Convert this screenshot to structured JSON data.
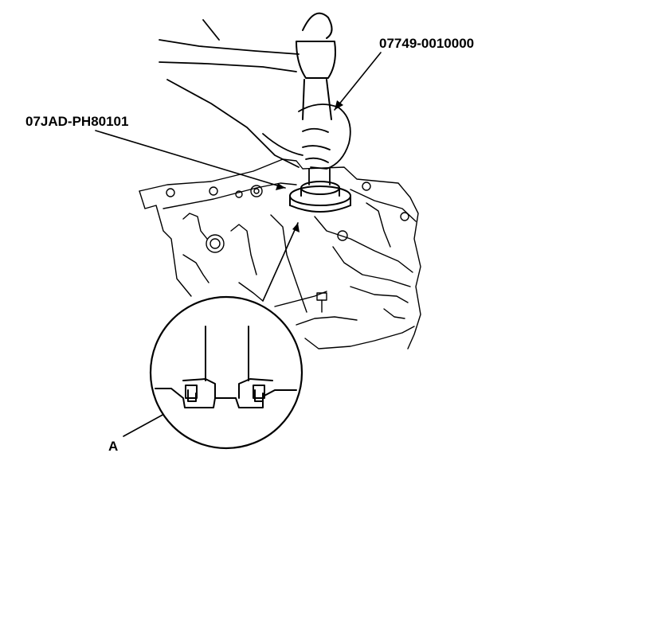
{
  "labels": {
    "tool_hammer_driver": "07749-0010000",
    "tool_attachment": "07JAD-PH80101",
    "callout_a": "A"
  },
  "colors": {
    "line": "#000000",
    "background": "#ffffff"
  }
}
